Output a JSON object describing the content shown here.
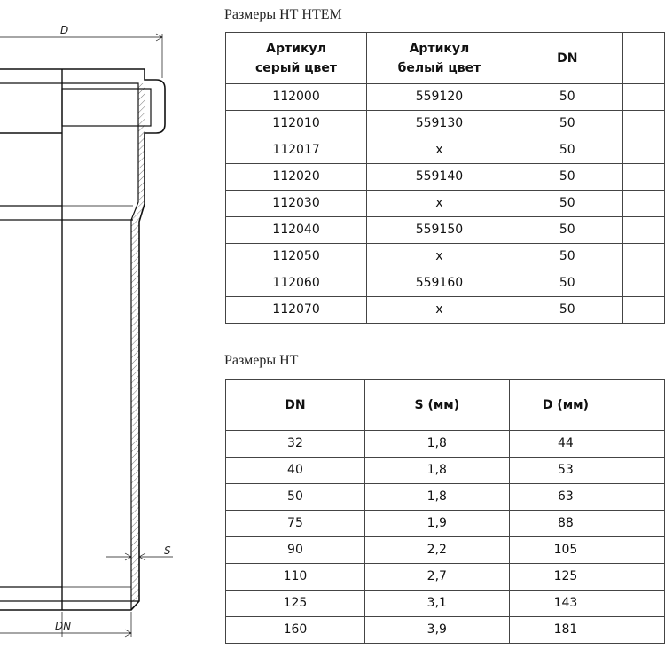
{
  "drawing": {
    "label_d": "D",
    "label_s": "S",
    "label_dn": "DN"
  },
  "table1": {
    "title": "Размеры НТ НТЕМ",
    "headers": [
      [
        "Артикул",
        "серый цвет"
      ],
      [
        "Артикул",
        "белый цвет"
      ],
      [
        "DN"
      ]
    ],
    "rows": [
      [
        "112000",
        "559120",
        "50"
      ],
      [
        "112010",
        "559130",
        "50"
      ],
      [
        "112017",
        "x",
        "50"
      ],
      [
        "112020",
        "559140",
        "50"
      ],
      [
        "112030",
        "x",
        "50"
      ],
      [
        "112040",
        "559150",
        "50"
      ],
      [
        "112050",
        "x",
        "50"
      ],
      [
        "112060",
        "559160",
        "50"
      ],
      [
        "112070",
        "x",
        "50"
      ]
    ]
  },
  "table2": {
    "title": "Размеры НТ",
    "headers": [
      [
        "DN"
      ],
      [
        "S (мм)"
      ],
      [
        "D (мм)"
      ]
    ],
    "rows": [
      [
        "32",
        "1,8",
        "44"
      ],
      [
        "40",
        "1,8",
        "53"
      ],
      [
        "50",
        "1,8",
        "63"
      ],
      [
        "75",
        "1,9",
        "88"
      ],
      [
        "90",
        "2,2",
        "105"
      ],
      [
        "110",
        "2,7",
        "125"
      ],
      [
        "125",
        "3,1",
        "143"
      ],
      [
        "160",
        "3,9",
        "181"
      ]
    ]
  }
}
